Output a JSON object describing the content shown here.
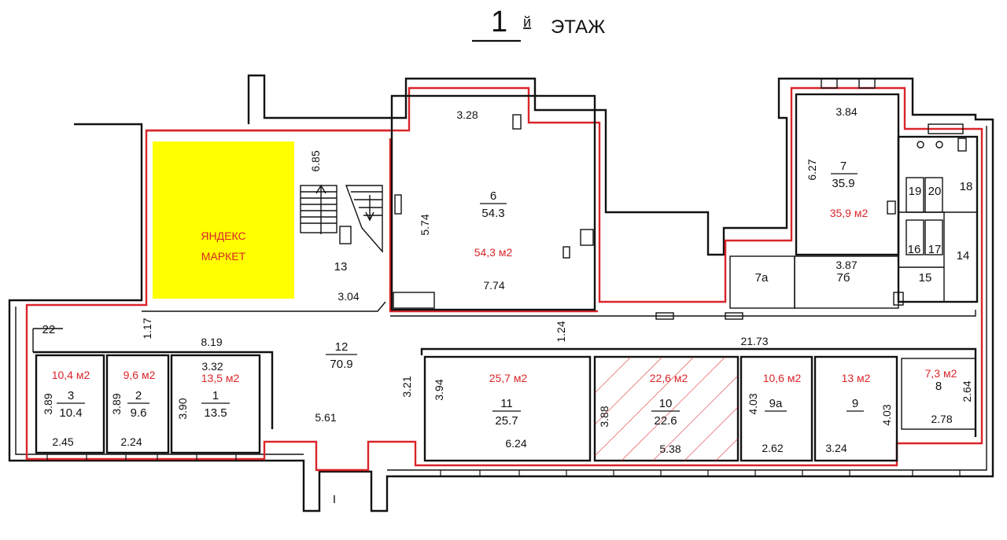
{
  "title": {
    "floor_number": "1",
    "suffix": "й",
    "word": "ЭТАЖ"
  },
  "colors": {
    "outline": "#d9252a",
    "highlight": "#ffff00",
    "wall": "#111111"
  },
  "highlight_label": [
    "ЯНДЕКС",
    "МАРКЕТ"
  ],
  "rooms": {
    "r1": {
      "number": "1",
      "area": "13.5",
      "label": "13,5 м2"
    },
    "r2": {
      "number": "2",
      "area": "9.6",
      "label": "9,6 м2"
    },
    "r3": {
      "number": "3",
      "area": "10.4",
      "label": "10,4 м2"
    },
    "r6": {
      "number": "6",
      "area": "54.3",
      "label": "54,3 м2"
    },
    "r7": {
      "number": "7",
      "area": "35.9",
      "label": "35,9 м2"
    },
    "r7a": {
      "number": "7а"
    },
    "r7b": {
      "number": "7б"
    },
    "r8": {
      "number": "8",
      "label": "7,3 м2"
    },
    "r9": {
      "number": "9",
      "label": "13 м2"
    },
    "r9a": {
      "number": "9а",
      "label": "10,6 м2"
    },
    "r10": {
      "number": "10",
      "area": "22.6",
      "label": "22,6 м2"
    },
    "r11": {
      "number": "11",
      "area": "25.7",
      "label": "25,7 м2"
    },
    "r12": {
      "number": "12",
      "area": "70.9"
    },
    "r13": {
      "number": "13"
    },
    "r14": {
      "number": "14"
    },
    "r15": {
      "number": "15"
    },
    "r16": {
      "number": "16"
    },
    "r17": {
      "number": "17"
    },
    "r18": {
      "number": "18"
    },
    "r19": {
      "number": "19"
    },
    "r20": {
      "number": "20"
    },
    "r22": {
      "number": "22"
    }
  },
  "dimensions": {
    "d_328": "3.28",
    "d_574": "5.74",
    "d_774": "7.74",
    "d_384": "3.84",
    "d_627": "6.27",
    "d_387": "3.87",
    "d_685": "6.85",
    "d_304": "3.04",
    "d_117": "1.17",
    "d_819": "8.19",
    "d_124": "1.24",
    "d_2173": "21.73",
    "d_332": "3.32",
    "d_390": "3.90",
    "d_389a": "3.89",
    "d_389b": "3.89",
    "d_245": "2.45",
    "d_224": "2.24",
    "d_561": "5.61",
    "d_321": "3.21",
    "d_394": "3.94",
    "d_624": "6.24",
    "d_388": "3.88",
    "d_538": "5.38",
    "d_403a": "4.03",
    "d_262": "2.62",
    "d_324": "3.24",
    "d_403b": "4.03",
    "d_264": "2.64",
    "d_278": "2.78"
  },
  "entrance_mark": "I"
}
